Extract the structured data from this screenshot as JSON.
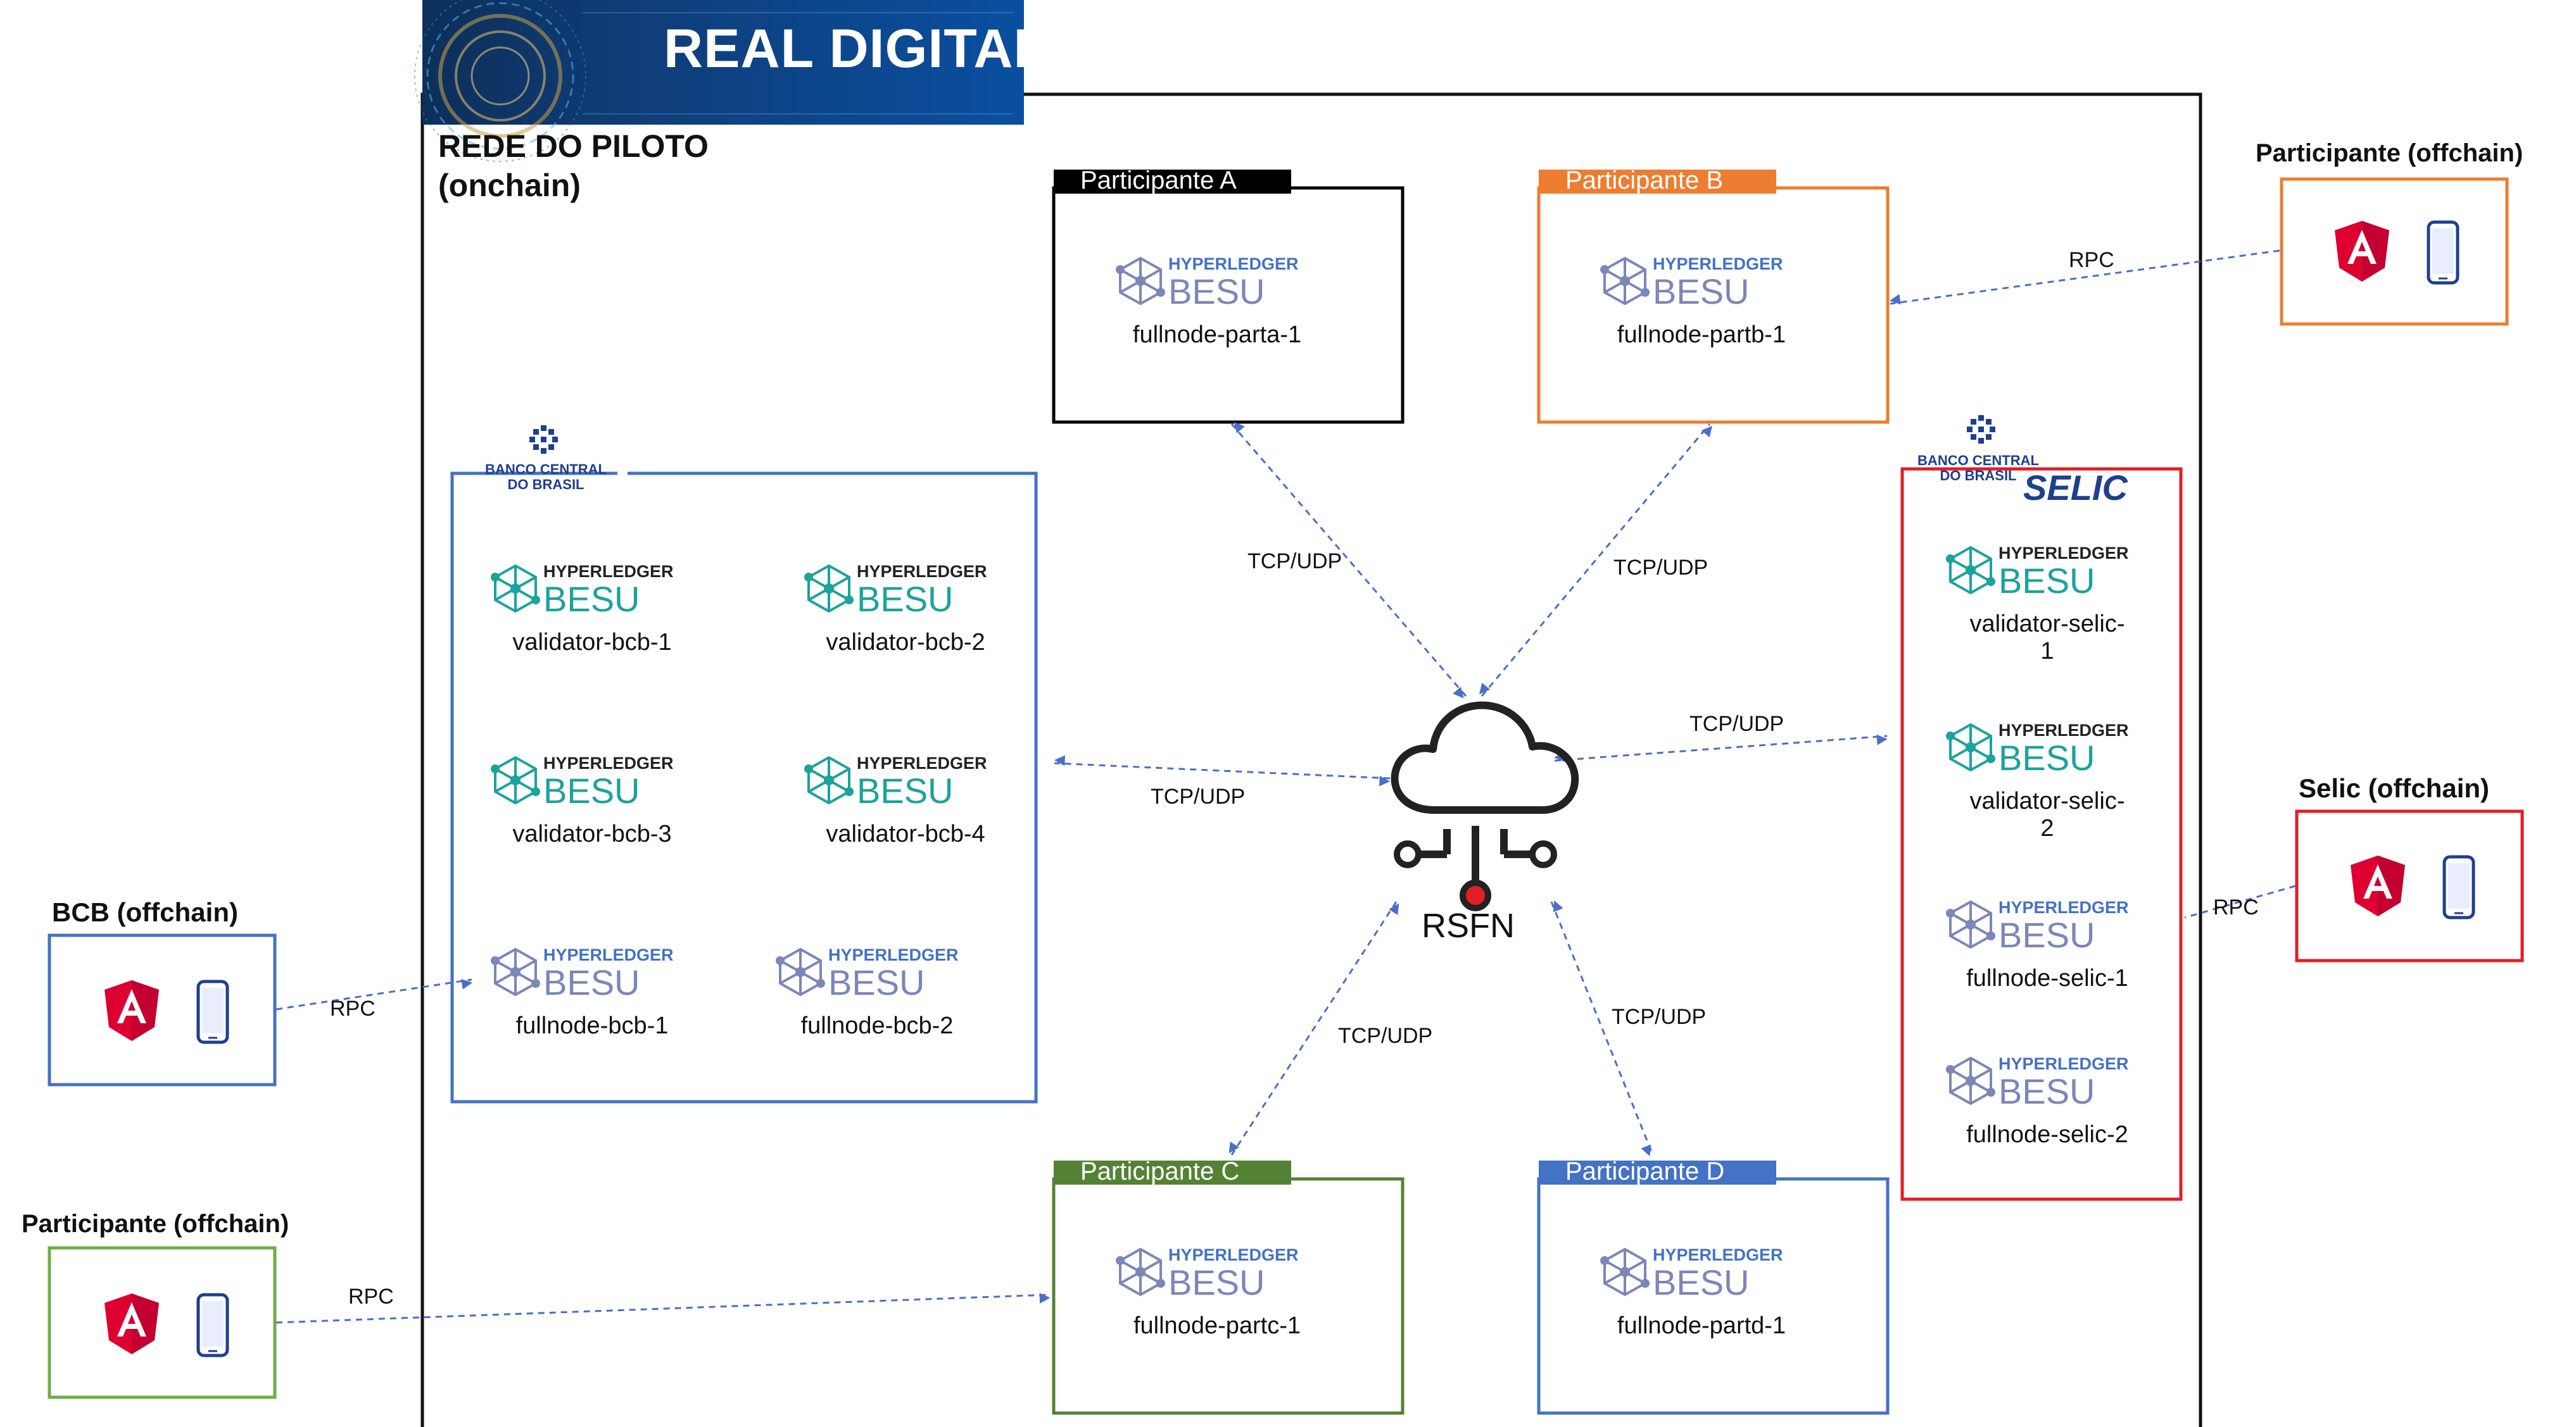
{
  "banner": {
    "title": "REAL DIGITAL"
  },
  "network": {
    "title_line1": "REDE DO PILOTO",
    "title_line2": "(onchain)"
  },
  "besu": {
    "top": "HYPERLEDGER",
    "bottom": "BESU"
  },
  "bcb_logo": {
    "line1": "BANCO CENTRAL",
    "line2": "DO BRASIL"
  },
  "selic_logo": {
    "word": "SELIC"
  },
  "bcb_group": {
    "nodes": [
      {
        "name": "validator-bcb-1"
      },
      {
        "name": "validator-bcb-2"
      },
      {
        "name": "validator-bcb-3"
      },
      {
        "name": "validator-bcb-4"
      },
      {
        "name": "fullnode-bcb-1"
      },
      {
        "name": "fullnode-bcb-2"
      }
    ]
  },
  "selic_group": {
    "nodes": [
      {
        "name_line1": "validator-selic-",
        "name_line2": "1"
      },
      {
        "name_line1": "validator-selic-",
        "name_line2": "2"
      },
      {
        "name_line1": "fullnode-selic-1",
        "name_line2": ""
      },
      {
        "name_line1": "fullnode-selic-2",
        "name_line2": ""
      }
    ]
  },
  "participants": [
    {
      "title": "Participante A",
      "node": "fullnode-parta-1",
      "color": "#000000"
    },
    {
      "title": "Participante B",
      "node": "fullnode-partb-1",
      "color": "#ed7d31"
    },
    {
      "title": "Participante C",
      "node": "fullnode-partc-1",
      "color": "#548235"
    },
    {
      "title": "Participante D",
      "node": "fullnode-partd-1",
      "color": "#4472c4"
    }
  ],
  "rsfn": {
    "label": "RSFN"
  },
  "links": {
    "tcp_udp": "TCP/UDP",
    "rpc": "RPC"
  },
  "offchain": {
    "bcb": "BCB (offchain)",
    "selic": "Selic (offchain)",
    "participant_top": "Participante (offchain)",
    "participant_bottom": "Participante (offchain)"
  },
  "colors": {
    "bcb_blue": "#4472c4",
    "selic_red": "#e31e24",
    "besu_teal": "#1ba39c",
    "besu_gray": "#7b87b8",
    "arrow_blue": "#4a6fc8",
    "angular_red": "#dd0031"
  },
  "icons": [
    "angular-icon",
    "smartphone-icon",
    "cloud-icon",
    "hyperledger-besu-logo",
    "bcb-logo"
  ]
}
